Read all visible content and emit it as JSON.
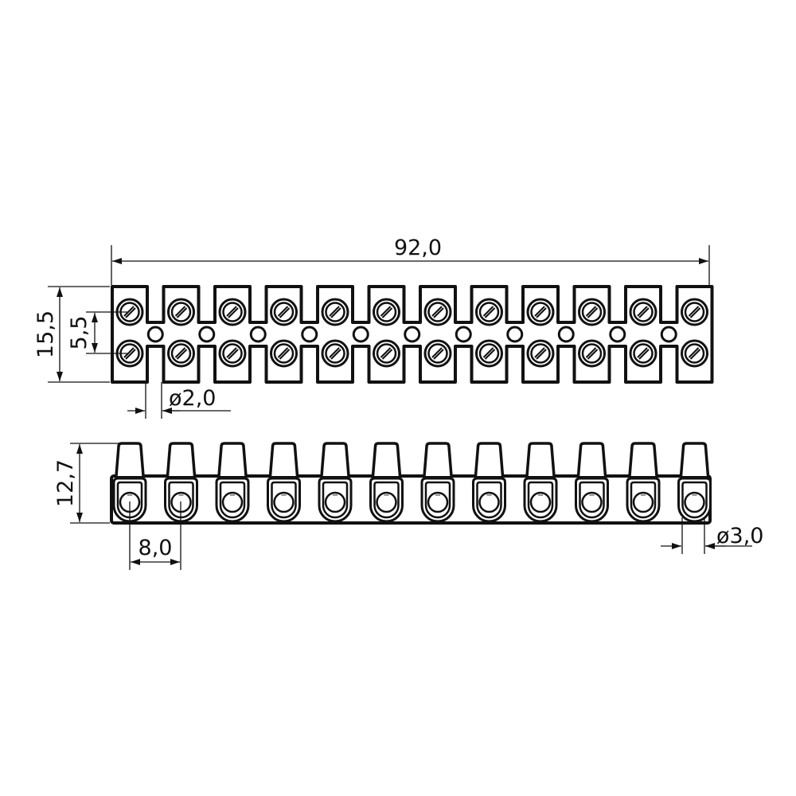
{
  "drawing": {
    "units_count": 12,
    "dimensions": {
      "overall_length": "92,0",
      "overall_width": "15,5",
      "screw_spacing": "5,5",
      "mount_hole": "ø2,0",
      "height": "12,7",
      "pitch": "8,0",
      "wire_hole": "ø3,0"
    },
    "colors": {
      "line": "#111111",
      "background": "#ffffff"
    }
  }
}
